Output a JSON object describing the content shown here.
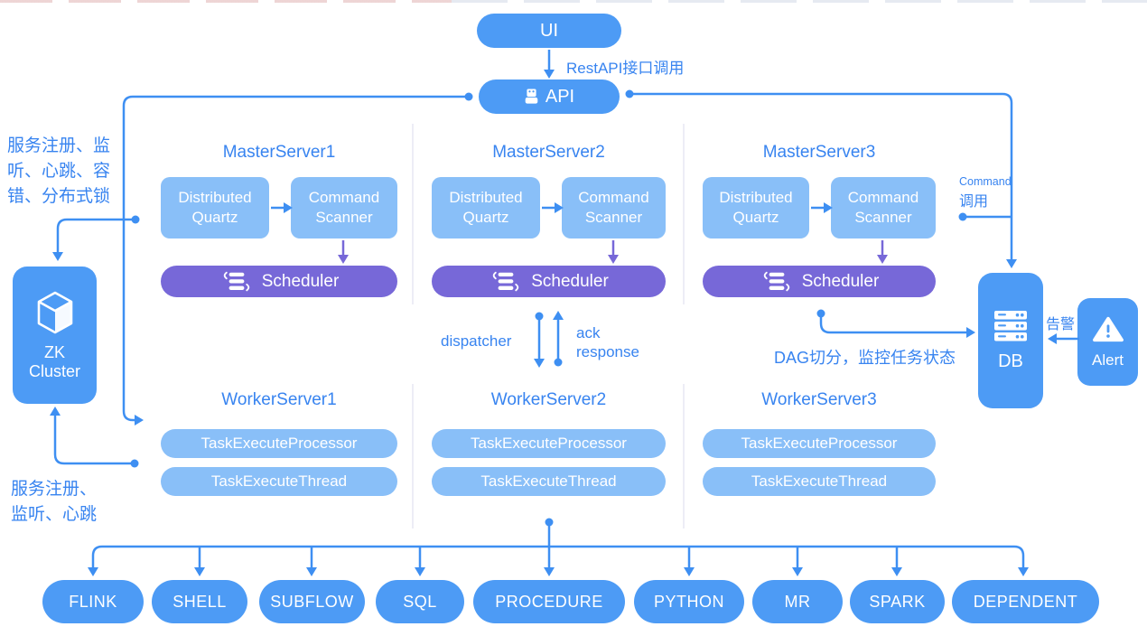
{
  "colors": {
    "primary_blue": "#4D9BF5",
    "light_blue": "#89BFF8",
    "purple": "#7768D8",
    "line_blue": "#3E8FF2",
    "label_blue": "#3884F0",
    "divider": "#EDEDF6"
  },
  "top": {
    "ui_label": "UI",
    "api_label": "API",
    "rest_label": "RestAPI接口调用"
  },
  "zk": {
    "line1": "ZK",
    "line2": "Cluster"
  },
  "notes": {
    "zk_top": [
      "服务注册、监",
      "听、心跳、容",
      "错、分布式锁"
    ],
    "zk_bottom": [
      "服务注册、",
      "监听、心跳"
    ],
    "dispatcher": "dispatcher",
    "ack": [
      "ack",
      "response"
    ],
    "dag": "DAG切分，监控任务状态",
    "command": [
      "Command",
      "调用"
    ],
    "alarm": "告警"
  },
  "masters": [
    {
      "title": "MasterServer1",
      "quartz": "Distributed Quartz",
      "scanner": "Command Scanner",
      "scheduler": "Scheduler"
    },
    {
      "title": "MasterServer2",
      "quartz": "Distributed Quartz",
      "scanner": "Command Scanner",
      "scheduler": "Scheduler"
    },
    {
      "title": "MasterServer3",
      "quartz": "Distributed Quartz",
      "scanner": "Command Scanner",
      "scheduler": "Scheduler"
    }
  ],
  "workers": [
    {
      "title": "WorkerServer1",
      "processor": "TaskExecuteProcessor",
      "thread": "TaskExecuteThread"
    },
    {
      "title": "WorkerServer2",
      "processor": "TaskExecuteProcessor",
      "thread": "TaskExecuteThread"
    },
    {
      "title": "WorkerServer3",
      "processor": "TaskExecuteProcessor",
      "thread": "TaskExecuteThread"
    }
  ],
  "db_label": "DB",
  "alert_label": "Alert",
  "tasks": [
    "FLINK",
    "SHELL",
    "SUBFLOW",
    "SQL",
    "PROCEDURE",
    "PYTHON",
    "MR",
    "SPARK",
    "DEPENDENT"
  ]
}
